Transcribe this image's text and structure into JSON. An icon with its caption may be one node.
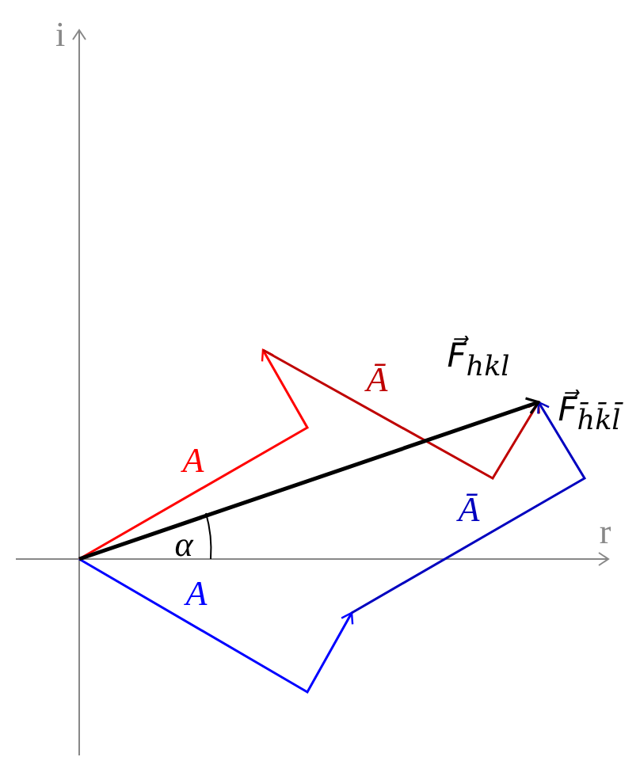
{
  "diagram": {
    "labels": [
      "i",
      "F⃗$_{hkl}$",
      "F⃗$_{h̄k̄l̄}$",
      "Ā",
      "A",
      "Ā",
      "r",
      "α",
      "A"
    ]
  }
}
